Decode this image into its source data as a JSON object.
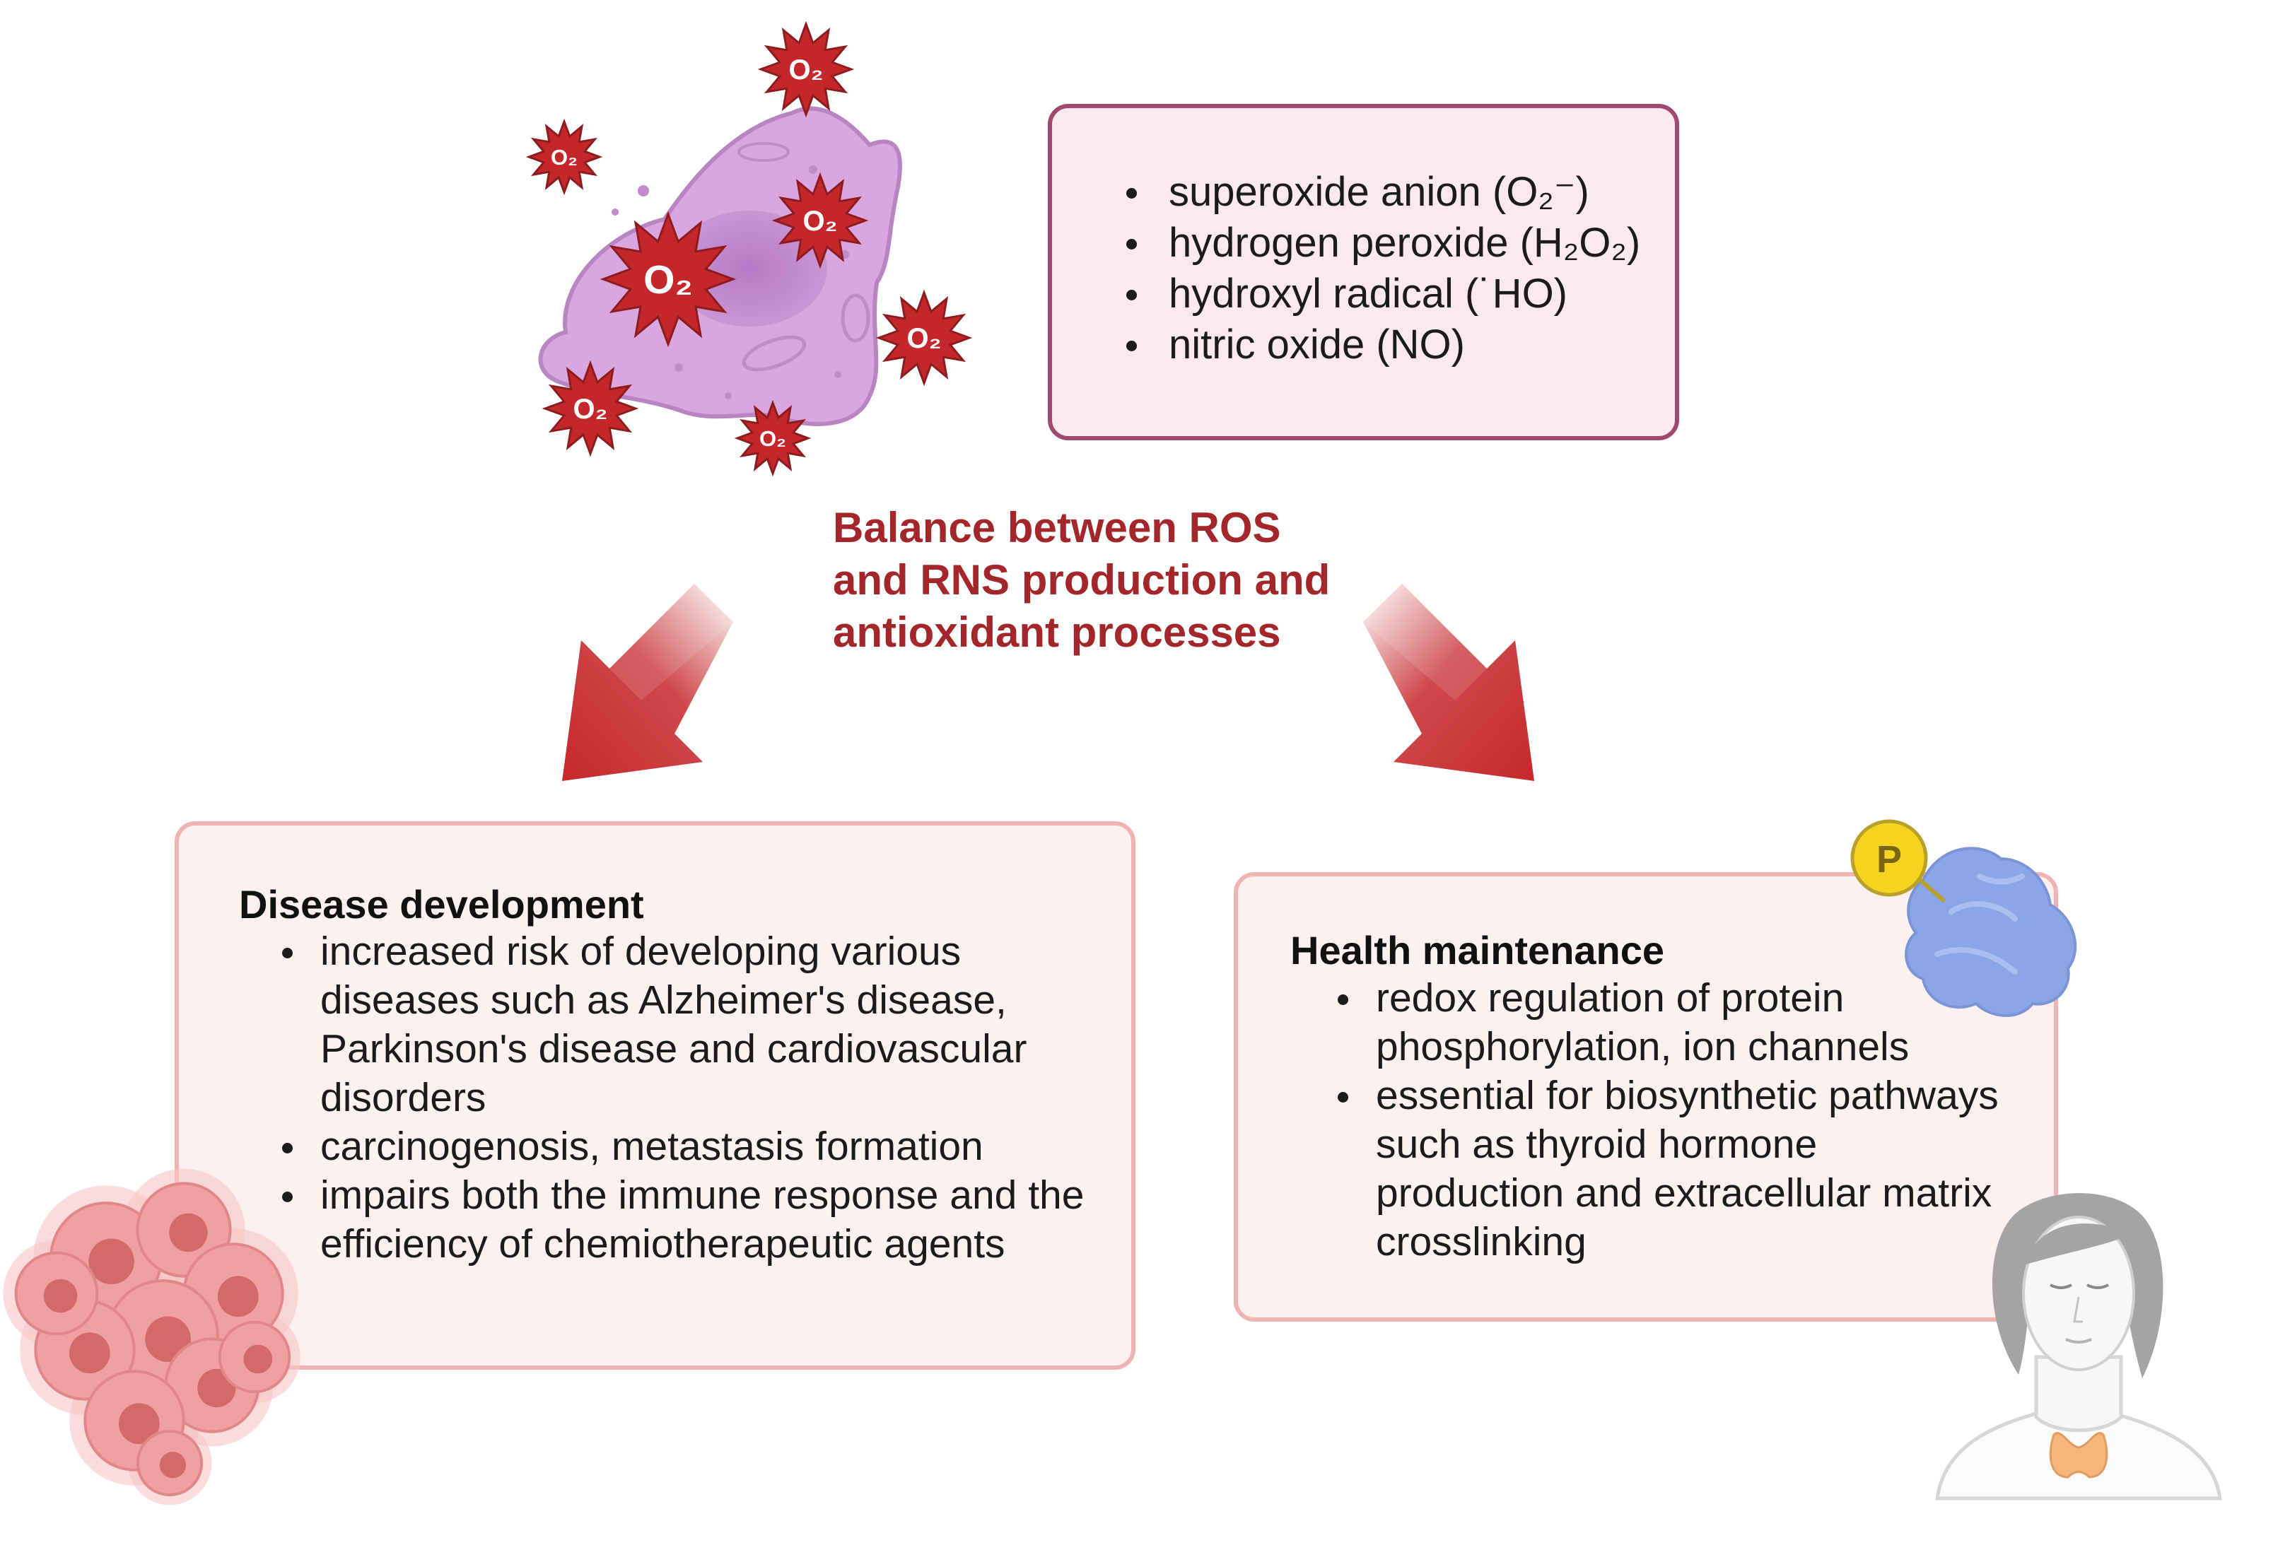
{
  "reactive_species": {
    "items": [
      "superoxide anion (O₂⁻)",
      "hydrogen peroxide (H₂O₂)",
      "hydroxyl radical (˙HO)",
      "nitric oxide (NO)"
    ]
  },
  "radical_label": "O₂",
  "phospho_label": "P",
  "balance_lines": [
    "Balance between ROS",
    "and RNS production and",
    "antioxidant processes"
  ],
  "disease": {
    "heading": "Disease development",
    "items": [
      "increased risk of developing various diseases such as Alzheimer's disease, Parkinson's disease and cardiovascular disorders",
      "carcinogenosis, metastasis formation",
      "impairs both the immune response and the efficiency of chemiotherapeutic agents"
    ]
  },
  "health": {
    "heading": "Health maintenance",
    "items": [
      "redox regulation of protein phosphorylation, ion channels",
      "essential for biosynthetic pathways such as thyroid hormone production and extracellular matrix crosslinking"
    ]
  },
  "colors": {
    "accent_red": "#a3262a",
    "arrow_red": "#c6282b",
    "cell_purple": "#d9a6e0",
    "box_fill": "#fbe9ee",
    "box_border": "#a0486e",
    "panel_fill": "#fdf0f0",
    "panel_border": "#f0b3b3",
    "protein_blue": "#8aa6e6",
    "phospho_yellow": "#f5d41f",
    "tumor_pink": "#f0a0a0",
    "thyroid_orange": "#f4b67a"
  },
  "icons": [
    "cell-icon",
    "radical-burst-icon",
    "cancer-cells-icon",
    "protein-icon",
    "phosphate-icon",
    "woman-thyroid-icon",
    "down-left-arrow-icon",
    "down-right-arrow-icon"
  ]
}
